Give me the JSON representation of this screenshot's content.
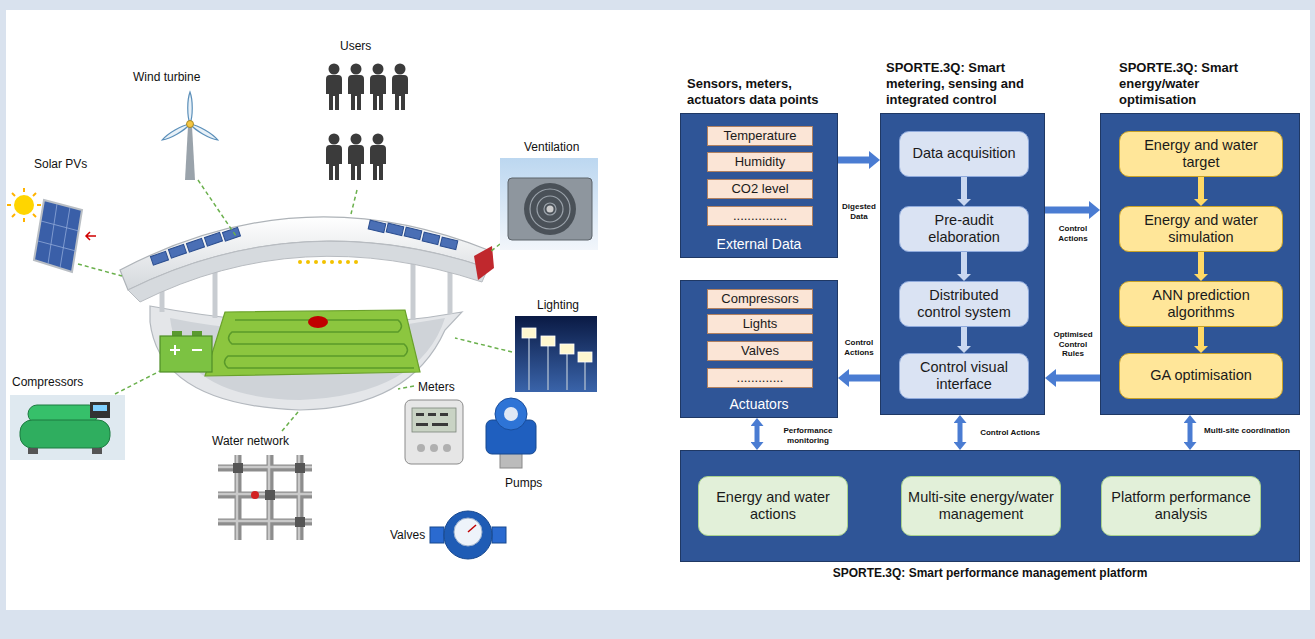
{
  "diagram": {
    "nodes": [
      {
        "text": [
          "Sensors, meters, actuators data points",
          "External Data"
        ]
      },
      {
        "text": [
          "Temperature"
        ],
        "in": 0
      },
      {
        "text": [
          "Humidity"
        ],
        "in": 0
      },
      {
        "text": [
          "CO2 level"
        ],
        "in": 0
      },
      {
        "text": [
          "..............."
        ],
        "in": 0
      },
      {
        "text": [
          "SPORTE.3Q: Smart metering, sensing and integrated control"
        ]
      },
      {
        "text": [
          "Data acquisition"
        ],
        "in": 5
      },
      {
        "text": [
          "Pre-audit elaboration"
        ],
        "in": 5
      },
      {
        "text": [
          "Distributed control system"
        ],
        "in": 5
      },
      {
        "text": [
          "Control visual interface"
        ],
        "in": 5
      },
      {
        "text": [
          "SPORTE.3Q: Smart energy/water optimisation"
        ]
      },
      {
        "text": [
          "Energy and water target"
        ],
        "in": 10
      },
      {
        "text": [
          "Energy and water simulation"
        ],
        "in": 10
      },
      {
        "text": [
          "ANN prediction algorithms"
        ],
        "in": 10
      },
      {
        "text": [
          "GA optimisation"
        ],
        "in": 10
      },
      {
        "text": [
          "Actuators"
        ]
      },
      {
        "text": [
          "Compressors"
        ],
        "in": 15
      },
      {
        "text": [
          "Lights"
        ],
        "in": 15
      },
      {
        "text": [
          "Valves"
        ],
        "in": 15
      },
      {
        "text": [
          "............."
        ],
        "in": 15
      },
      {
        "text": [
          "SPORTE.3Q: Smart performance management platform"
        ]
      },
      {
        "text": [
          "Energy and water actions"
        ],
        "in": 20
      },
      {
        "text": [
          "Multi-site energy/water management"
        ],
        "in": 20
      },
      {
        "text": [
          "Platform performance analysis"
        ],
        "in": 20
      }
    ],
    "edges": [
      {
        "from": 0,
        "to": 5,
        "label": "Digested Data",
        "arrow": "to"
      },
      {
        "from": 5,
        "to": 10,
        "label": "Control Actions",
        "arrow": "to"
      },
      {
        "from": 10,
        "to": 5,
        "label": "Optimised Control Rules",
        "arrow": "to"
      },
      {
        "from": 5,
        "to": 15,
        "label": "Control Actions",
        "arrow": "to"
      },
      {
        "from": 6,
        "to": 7,
        "arrow": "to"
      },
      {
        "from": 7,
        "to": 8,
        "arrow": "to"
      },
      {
        "from": 8,
        "to": 9,
        "arrow": "to"
      },
      {
        "from": 11,
        "to": 12,
        "arrow": "to"
      },
      {
        "from": 12,
        "to": 13,
        "arrow": "to"
      },
      {
        "from": 13,
        "to": 14,
        "arrow": "to"
      },
      {
        "from": 15,
        "to": 20,
        "label": "Performance monitoring",
        "arrow": "both"
      },
      {
        "from": 5,
        "to": 20,
        "label": "Control Actions",
        "arrow": "both"
      },
      {
        "from": 10,
        "to": 20,
        "label": "Multi-site coordination",
        "arrow": "both"
      }
    ],
    "labels": [
      "Users",
      "Wind turbine",
      "Ventilation",
      "Solar PVs",
      "Lighting",
      "Meters",
      "Compressors",
      "Water network",
      "Pumps",
      "Valves"
    ]
  }
}
